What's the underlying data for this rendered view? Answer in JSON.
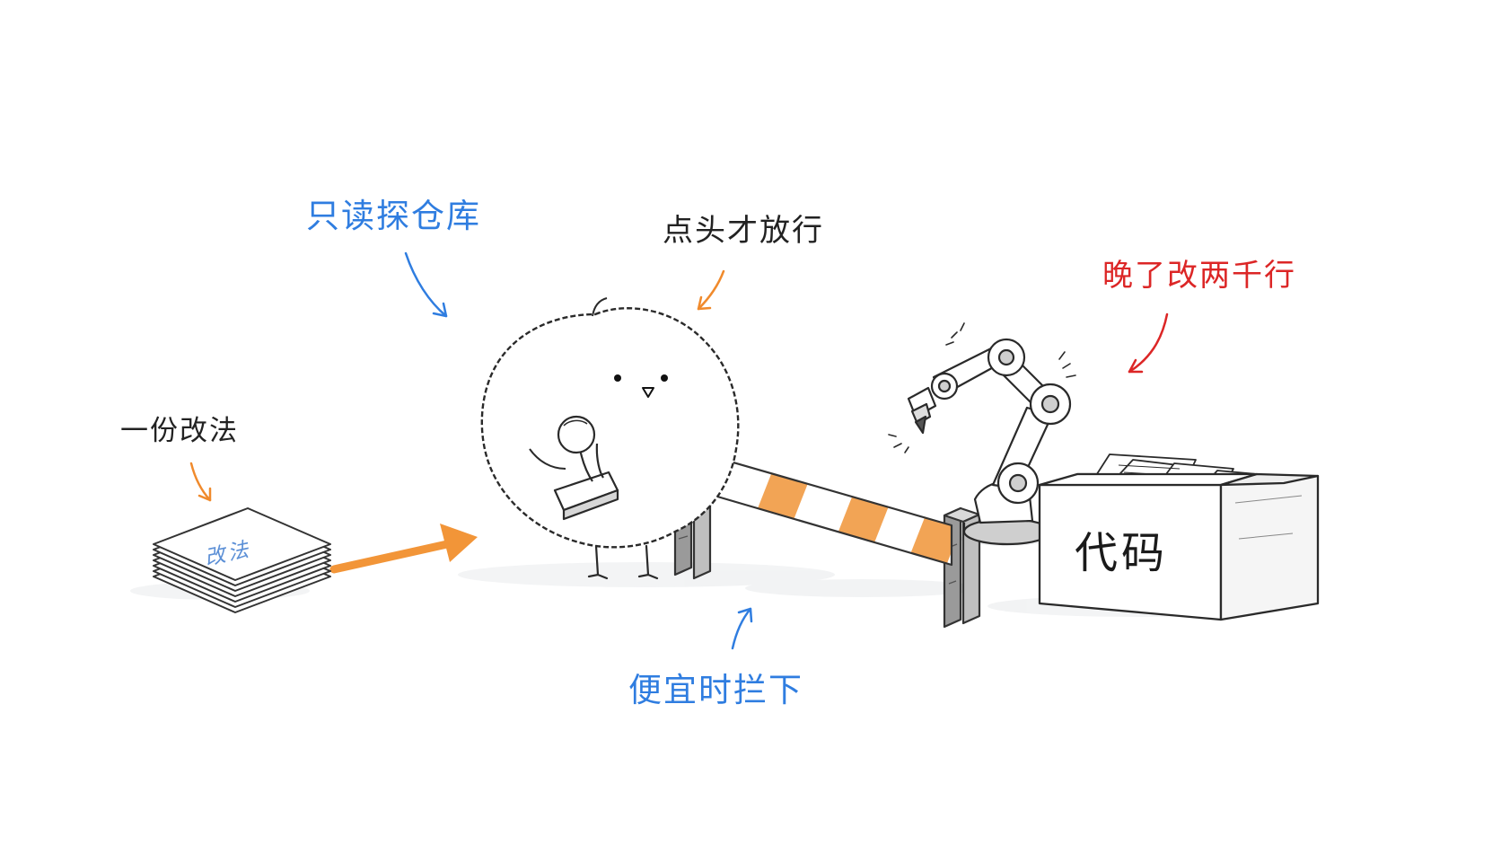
{
  "labels": {
    "readonly_repo": "只读探仓库",
    "nod_to_pass": "点头才放行",
    "late_change": "晚了改两千行",
    "one_plan": "一份改法",
    "cheap_stop": "便宜时拦下"
  },
  "paper_stack": {
    "text": "改法"
  },
  "box": {
    "label": "代码"
  },
  "colors": {
    "blue": "#2f7de0",
    "orange": "#f08a2c",
    "red": "#dc2626",
    "ink": "#222222"
  },
  "icons": {
    "bird": "fluffy-bird-icon",
    "stamp": "rubber-stamp-icon",
    "barrier": "striped-barrier-icon",
    "robot": "robot-arm-icon",
    "box": "cardboard-box-icon",
    "papers": "paper-stack-icon"
  }
}
